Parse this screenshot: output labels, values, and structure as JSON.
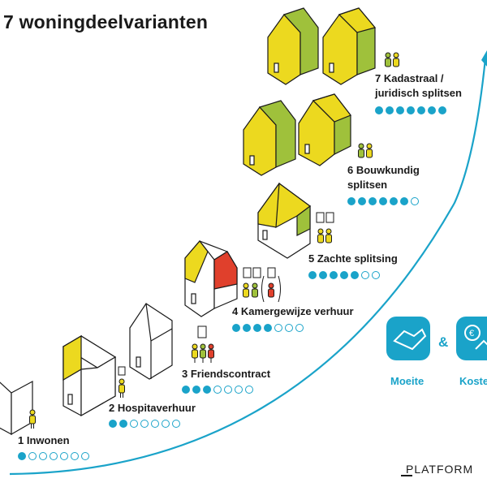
{
  "title": "7 woningdeelvarianten",
  "variants": [
    {
      "label": "1 Inwonen",
      "level": 1
    },
    {
      "label": "2 Hospitaverhuur",
      "level": 2
    },
    {
      "label": "3 Friendscontract",
      "level": 3
    },
    {
      "label": "4 Kamergewijze verhuur",
      "level": 4
    },
    {
      "label": "5 Zachte splitsing",
      "level": 5
    },
    {
      "label_line1": "6 Bouwkundig",
      "label_line2": "splitsen",
      "level": 6
    },
    {
      "label_line1": "7 Kadastraal /",
      "label_line2": "juridisch splitsen",
      "level": 7
    }
  ],
  "scale_max": 7,
  "legend": {
    "effort_label": "Moeite",
    "amp": "&",
    "cost_label": "Kosten"
  },
  "brand": "PLATFORM",
  "colors": {
    "accent": "#1aa3c9",
    "yellow": "#ecd91f",
    "green": "#9fc13b",
    "red": "#e0402c",
    "outline": "#1a1a1a"
  }
}
